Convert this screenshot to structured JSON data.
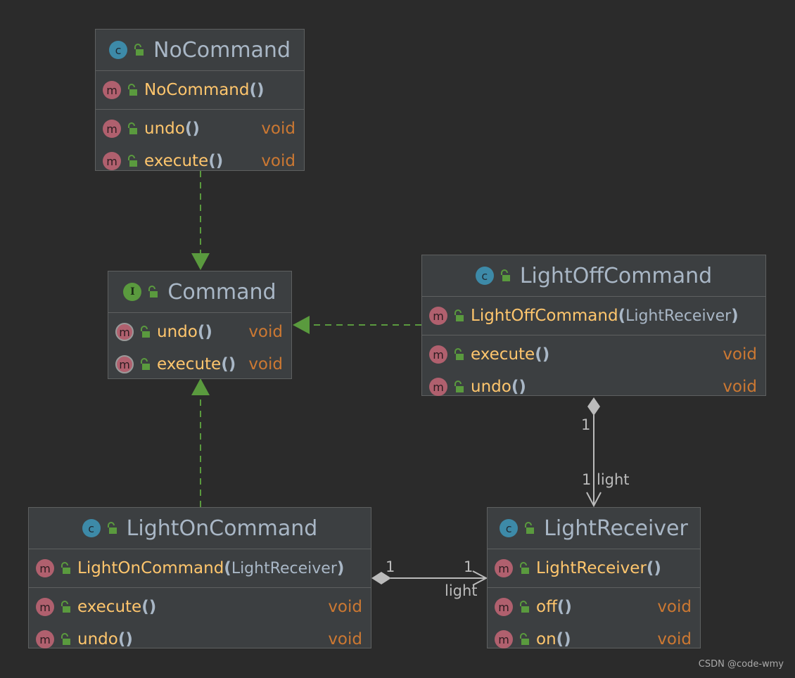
{
  "classes": {
    "noCommand": {
      "name": "NoCommand",
      "kind": "c",
      "constructor": {
        "name": "NoCommand",
        "paren": "()"
      },
      "methods": [
        {
          "name": "undo",
          "paren": "()",
          "returns": "void"
        },
        {
          "name": "execute",
          "paren": "()",
          "returns": "void"
        }
      ]
    },
    "command": {
      "name": "Command",
      "kind": "I",
      "methods": [
        {
          "name": "undo",
          "paren": "()",
          "returns": "void"
        },
        {
          "name": "execute",
          "paren": "()",
          "returns": "void"
        }
      ]
    },
    "lightOffCommand": {
      "name": "LightOffCommand",
      "kind": "c",
      "constructor": {
        "name": "LightOffCommand",
        "open": "(",
        "param": "LightReceiver",
        "close": ")"
      },
      "methods": [
        {
          "name": "execute",
          "paren": "()",
          "returns": "void"
        },
        {
          "name": "undo",
          "paren": "()",
          "returns": "void"
        }
      ]
    },
    "lightOnCommand": {
      "name": "LightOnCommand",
      "kind": "c",
      "constructor": {
        "name": "LightOnCommand",
        "open": "(",
        "param": "LightReceiver",
        "close": ")"
      },
      "methods": [
        {
          "name": "execute",
          "paren": "()",
          "returns": "void"
        },
        {
          "name": "undo",
          "paren": "()",
          "returns": "void"
        }
      ]
    },
    "lightReceiver": {
      "name": "LightReceiver",
      "kind": "c",
      "constructor": {
        "name": "LightReceiver",
        "paren": "()"
      },
      "methods": [
        {
          "name": "off",
          "paren": "()",
          "returns": "void"
        },
        {
          "name": "on",
          "paren": "()",
          "returns": "void"
        }
      ]
    }
  },
  "badges": {
    "class": "c",
    "interface": "I",
    "method": "m"
  },
  "edges": {
    "offToReceiver": {
      "sourceMult": "1",
      "targetMult": "1",
      "role": "light"
    },
    "onToReceiver": {
      "sourceMult": "1",
      "targetMult": "1",
      "role": "light"
    }
  },
  "colors": {
    "background": "#2b2b2b",
    "box": "#3c3f41",
    "border": "#5e6060",
    "className": "#a9b7c6",
    "method": "#ffc66d",
    "returnType": "#cc7832",
    "implements": "#5a9a3e",
    "association": "#bbbbbb"
  },
  "icons": {
    "class": "class-c-icon",
    "interface": "interface-i-icon",
    "method": "method-m-icon",
    "visibility": "public-lock-icon"
  },
  "watermark": "CSDN @code-wmy"
}
